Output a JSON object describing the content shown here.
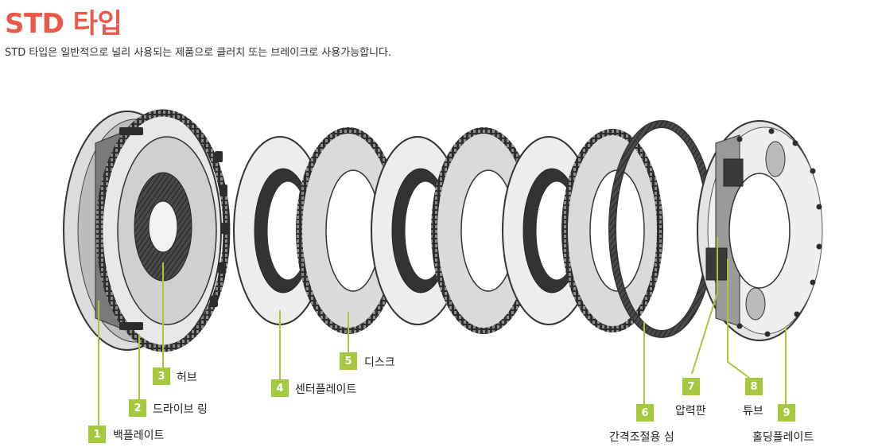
{
  "header": {
    "title": "STD 타입",
    "subtitle": "STD 타입은 일반적으로 널리 사용되는 제품으로 클러치 또는 브레이크로 사용가능합니다."
  },
  "colors": {
    "title": "#e8594a",
    "badge": "#a5c93c",
    "leader": "#a5c93c",
    "part_dark": "#3a3a3a",
    "part_light": "#e6e6e6"
  },
  "parts": [
    {
      "number": "1",
      "label": "백플레이트"
    },
    {
      "number": "2",
      "label": "드라이브 링"
    },
    {
      "number": "3",
      "label": "허브"
    },
    {
      "number": "4",
      "label": "센터플레이트"
    },
    {
      "number": "5",
      "label": "디스크"
    },
    {
      "number": "6",
      "label": "간격조절용 심"
    },
    {
      "number": "7",
      "label": "압력판"
    },
    {
      "number": "8",
      "label": "튜브"
    },
    {
      "number": "9",
      "label": "홀딩플레이트"
    }
  ]
}
